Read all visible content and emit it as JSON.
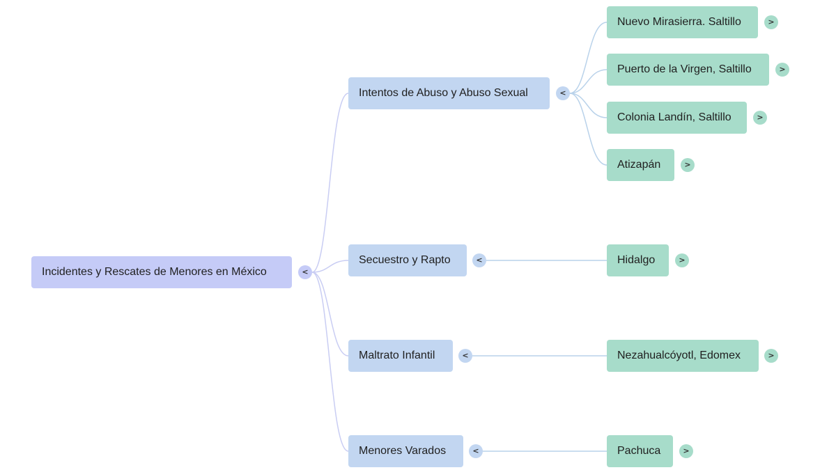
{
  "mindmap": {
    "root": {
      "label": "Incidentes y Rescates de Menores en México",
      "toggle": "<"
    },
    "branches": [
      {
        "label": "Intentos de Abuso y Abuso Sexual",
        "toggle": "<",
        "children": [
          {
            "label": "Nuevo Mirasierra. Saltillo",
            "toggle": ">"
          },
          {
            "label": "Puerto de la Virgen, Saltillo",
            "toggle": ">"
          },
          {
            "label": "Colonia Landín, Saltillo",
            "toggle": ">"
          },
          {
            "label": "Atizapán",
            "toggle": ">"
          }
        ]
      },
      {
        "label": "Secuestro y Rapto",
        "toggle": "<",
        "children": [
          {
            "label": "Hidalgo",
            "toggle": ">"
          }
        ]
      },
      {
        "label": "Maltrato Infantil",
        "toggle": "<",
        "children": [
          {
            "label": "Nezahualcóyotl, Edomex",
            "toggle": ">"
          }
        ]
      },
      {
        "label": "Menores Varados",
        "toggle": "<",
        "children": [
          {
            "label": "Pachuca",
            "toggle": ">"
          }
        ]
      }
    ]
  },
  "colors": {
    "root_fill": "#c5cbf7",
    "branch_fill": "#c2d6f1",
    "leaf_fill": "#a7dcca",
    "connector_root": "#c9cdf3",
    "connector_branch": "#b9d2ea"
  }
}
